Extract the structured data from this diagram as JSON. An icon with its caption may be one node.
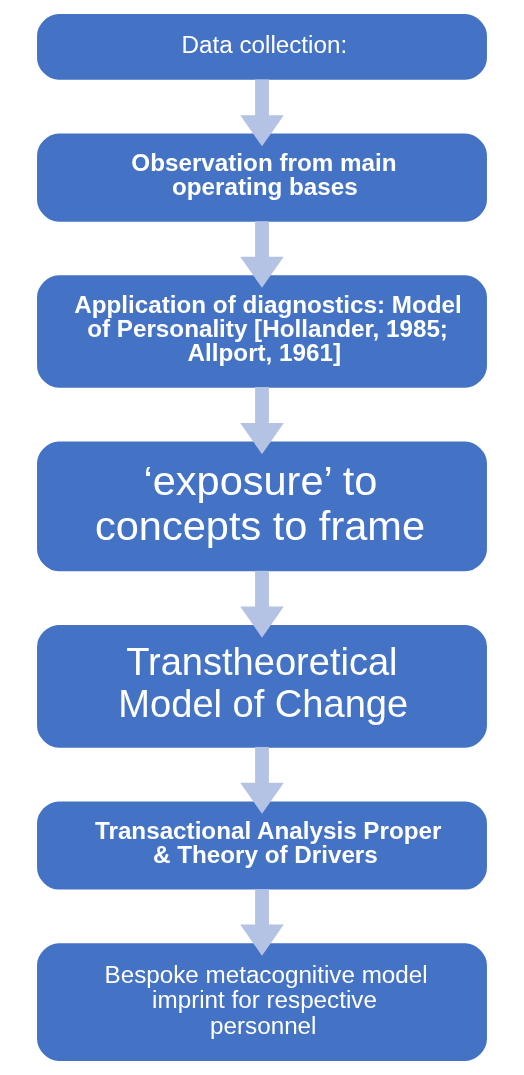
{
  "diagram": {
    "nodes": [
      {
        "text": [
          "Data collection:"
        ]
      },
      {
        "text": [
          "Observation from main operating bases"
        ]
      },
      {
        "text": [
          "Application of diagnostics: Model of Personality [Hollander, 1985; Allport, 1961]"
        ]
      },
      {
        "text": [
          "‘exposure’ to concepts to frame"
        ]
      },
      {
        "text": [
          "Transtheoretical Model of Change"
        ]
      },
      {
        "text": [
          "Transactional Analysis Proper & Theory of Drivers"
        ]
      },
      {
        "text": [
          "Bespoke metacognitive model imprint for respective personnel"
        ]
      }
    ],
    "edges": [
      {
        "from": 0,
        "to": 1,
        "arrow": "to"
      },
      {
        "from": 1,
        "to": 2,
        "arrow": "to"
      },
      {
        "from": 2,
        "to": 3,
        "arrow": "to"
      },
      {
        "from": 3,
        "to": 4,
        "arrow": "to"
      },
      {
        "from": 4,
        "to": 5,
        "arrow": "to"
      },
      {
        "from": 5,
        "to": 6,
        "arrow": "to"
      }
    ]
  }
}
